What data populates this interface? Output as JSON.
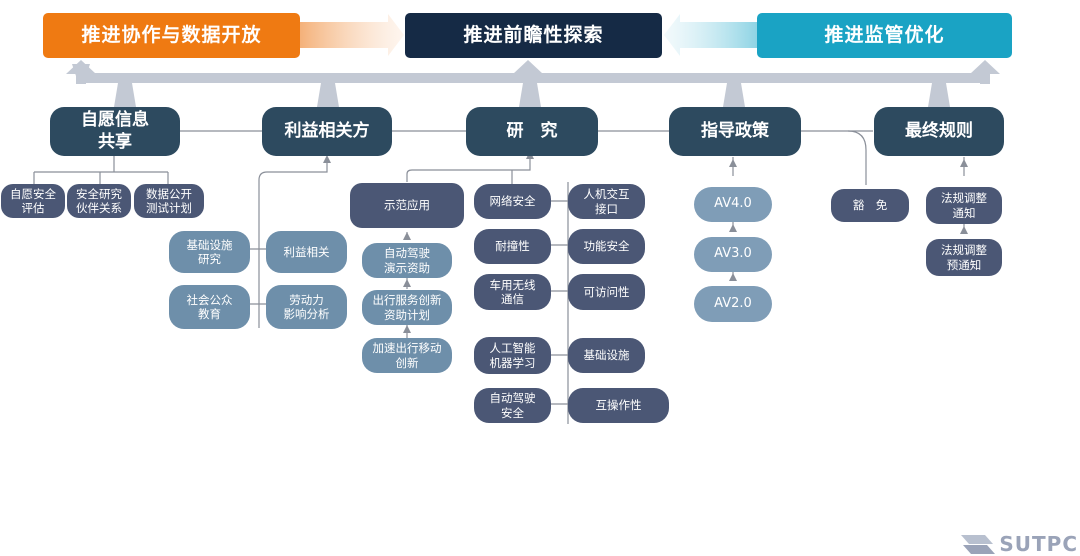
{
  "top": {
    "left": "推进协作与数据开放",
    "center": "推进前瞻性探索",
    "right": "推进监管优化"
  },
  "main": {
    "voluntary": "自愿信息\n共享",
    "stakeholders": "利益相关方",
    "research": "研　究",
    "guidance": "指导政策",
    "rules": "最终规则"
  },
  "voluntary_children": [
    "自愿安全\n评估",
    "安全研究\n伙伴关系",
    "数据公开\n测试计划"
  ],
  "stakeholder_children": [
    "基础设施\n研究",
    "利益相关",
    "社会公众\n教育",
    "劳动力\n影响分析"
  ],
  "research_demo": {
    "title": "示范应用",
    "items": [
      "自动驾驶\n演示资助",
      "出行服务创新\n资助计划",
      "加速出行移动\n创新"
    ]
  },
  "research_left": [
    "网络安全",
    "耐撞性",
    "车用无线\n通信",
    "人工智能\n机器学习",
    "自动驾驶\n安全"
  ],
  "research_right": [
    "人机交互\n接口",
    "功能安全",
    "可访问性",
    "基础设施",
    "互操作性"
  ],
  "guidance_children": [
    "AV4.0",
    "AV3.0",
    "AV2.0"
  ],
  "rules_children": {
    "exemption": "豁　免",
    "adjust_notice": "法规调整\n通知",
    "adjust_pre_notice": "法规调整\n预通知"
  },
  "colors": {
    "orange": "#ef7a12",
    "navy": "#152a45",
    "teal": "#1aa3c4",
    "main": "#2d4a5f",
    "dark": "#4b5775",
    "light": "#6e8faa"
  },
  "logo": "SUTPC"
}
